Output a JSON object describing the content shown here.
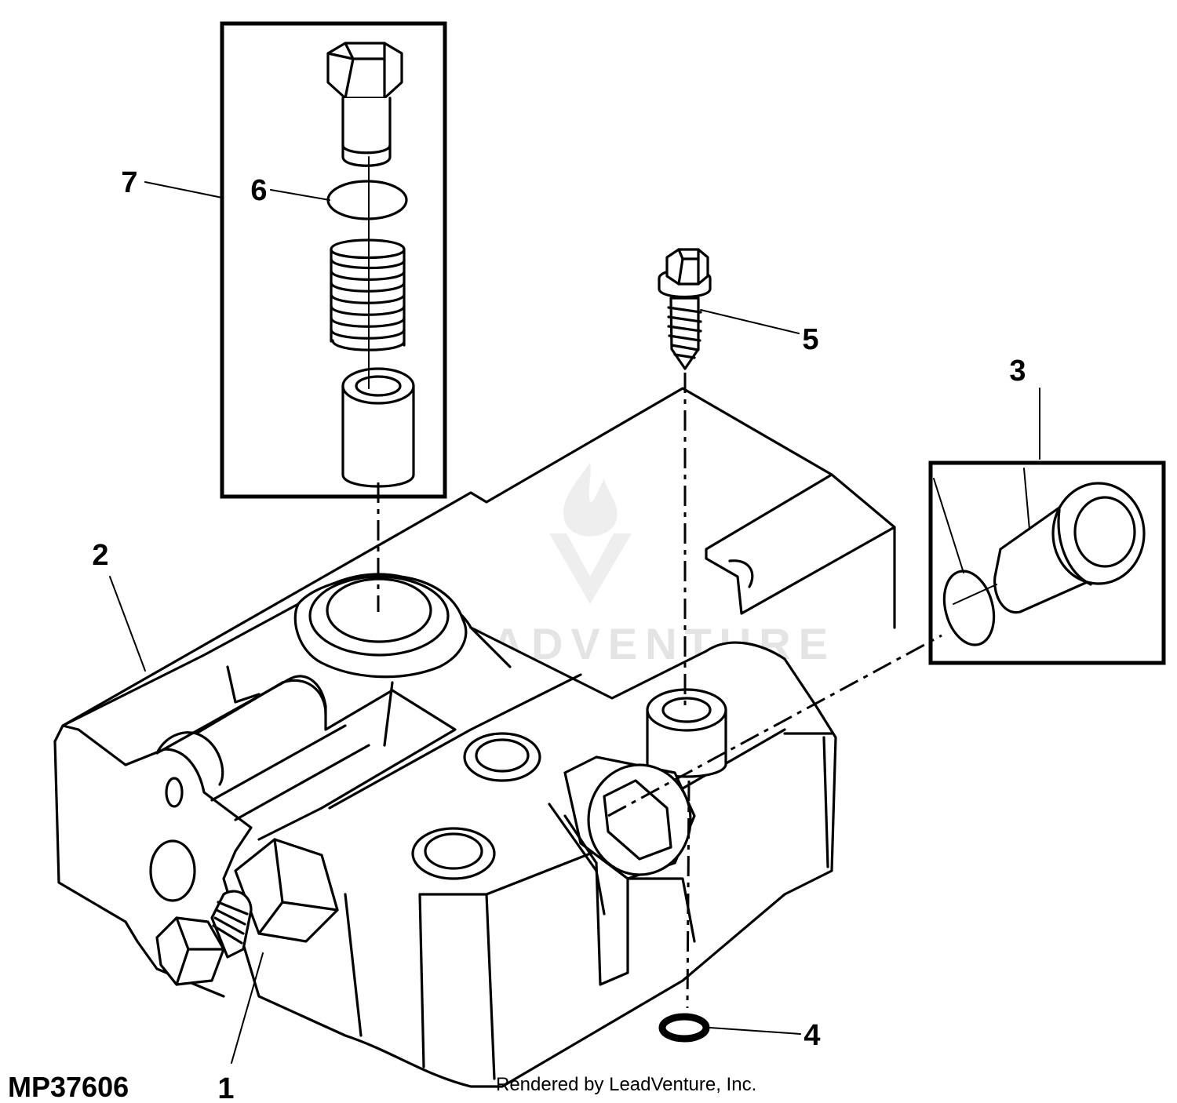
{
  "figure_id": "MP37606",
  "credit": "Rendered by LeadVenture, Inc.",
  "watermark": "LEADVENTURE",
  "callouts": [
    "1",
    "2",
    "3",
    "4",
    "5",
    "6",
    "7"
  ],
  "colors": {
    "ink": "#000000",
    "paper": "#ffffff",
    "watermark": "#e4e4e4"
  }
}
